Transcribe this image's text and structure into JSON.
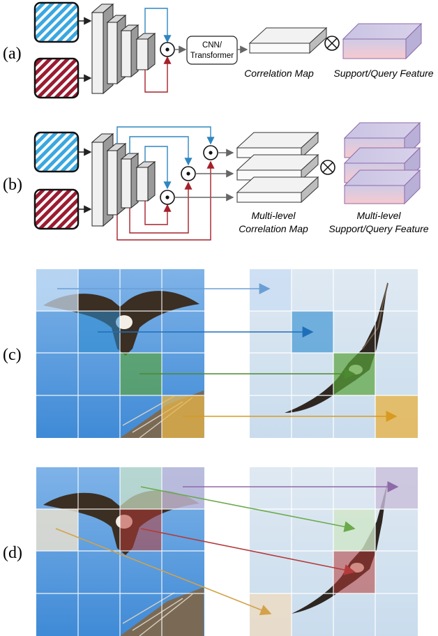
{
  "panels": {
    "a": "(a)",
    "b": "(b)",
    "c": "(c)",
    "d": "(d)"
  },
  "top": {
    "cnn_line1": "CNN/",
    "cnn_line2": "Transformer",
    "correlation_map": "Correlation Map",
    "support_query_feature": "Support/Query Feature",
    "multi_level_corr_line1": "Multi-level",
    "multi_level_corr_line2": "Correlation Map",
    "multi_level_feat_line1": "Multi-level",
    "multi_level_feat_line2": "Support/Query Feature"
  },
  "colors": {
    "support_blue": "#3aa7e0",
    "query_red": "#9b1b30",
    "arrow_blue": "#2f86c0",
    "arrow_red": "#a5202a",
    "sky_left": "#4a90d9",
    "sky_right": "#d6e4ef",
    "highlight_green": "#5aa43c",
    "highlight_orange": "#e7b44a",
    "highlight_purple": "#a48bb8",
    "highlight_red": "#b53a36"
  },
  "icons": {
    "multiply": "circle-times-icon",
    "dot_product": "circle-dot-icon"
  }
}
